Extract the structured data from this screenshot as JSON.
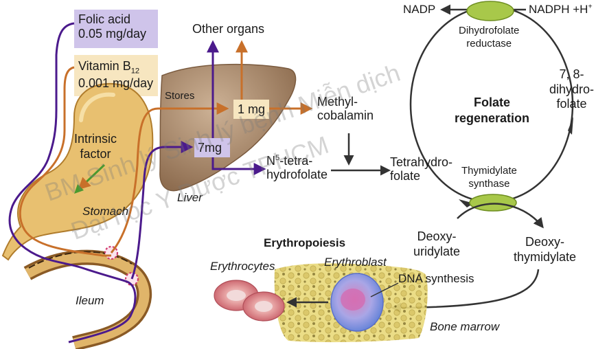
{
  "colors": {
    "purple": "#4b1a8c",
    "orange": "#c8702a",
    "stomach": "#e8c070",
    "liver": "#b08f6e",
    "enzyme": "#a8c84a",
    "folic_box": "#cfc4ea",
    "b12_box": "#f7e6c0",
    "bone_marrow": "#e6d46a"
  },
  "supplements": {
    "folic_acid": {
      "name": "Folic acid",
      "dose": "0.05 mg/day"
    },
    "vitamin_b12": {
      "name_base": "Vitamin B",
      "name_sub": "12",
      "dose": "0.001 mg/day"
    }
  },
  "organs": {
    "intrinsic_factor": [
      "Intrinsic",
      "factor"
    ],
    "stomach": "Stomach",
    "ileum": "Ileum",
    "liver": "Liver",
    "stores": "Stores",
    "other_organs": "Other organs",
    "store_b12": "1 mg",
    "store_folate": "7mg"
  },
  "metabolites": {
    "methylcobalamin": [
      "Methyl-",
      "cobalamin"
    ],
    "n5_thf": {
      "prefix": "N",
      "sup": "5",
      "line1_rest": "-tetra-",
      "line2": "hydrofolate"
    },
    "tetrahydrofolate": [
      "Tetrahydro-",
      "folate"
    ],
    "dihydrofolate": [
      "7, 8-",
      "dihydro-",
      "folate"
    ],
    "deoxyuridylate": [
      "Deoxy-",
      "uridylate"
    ],
    "deoxythymidylate": [
      "Deoxy-",
      "thymidylate"
    ]
  },
  "cycle": {
    "nadp": "NADP",
    "nadph": "NADPH +H",
    "nadph_sup": "+",
    "dhfr": [
      "Dihydrofolate",
      "reductase"
    ],
    "title": [
      "Folate",
      "regeneration"
    ],
    "thymidylate_synthase": [
      "Thymidylate",
      "synthase"
    ]
  },
  "erythropoiesis": {
    "title": "Erythropoiesis",
    "erythrocytes": "Erythrocytes",
    "erythroblast": "Erythroblast",
    "dna_synthesis": "DNA synthesis",
    "bone_marrow": "Bone marrow"
  },
  "watermark": {
    "line1": "BM Sinh lý Sinh lý bệnh Miễn dịch",
    "line2": "Đại học Y Dược TPHCM"
  }
}
